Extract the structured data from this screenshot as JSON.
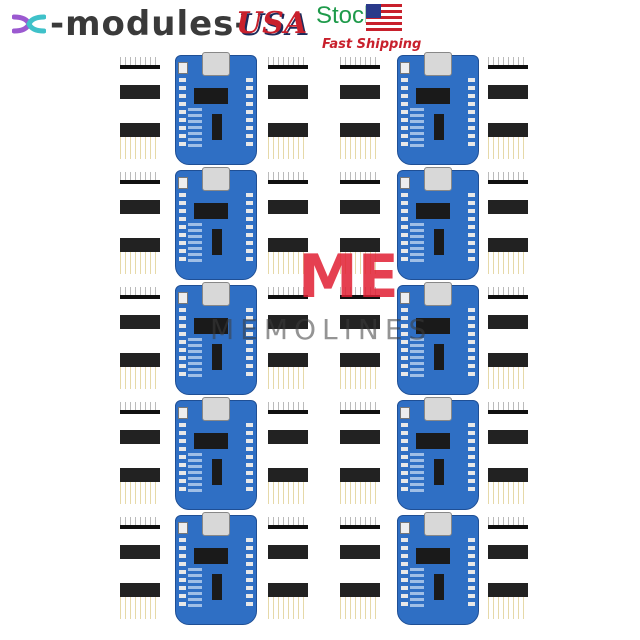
{
  "header": {
    "brand": "-modules-",
    "usa": "USA",
    "stock": "Stock",
    "shipping": "Fast Shipping"
  },
  "watermark": {
    "mark": "ME",
    "text": "MEMOLINES"
  },
  "colors": {
    "board": "#2f6fc4",
    "accent_red": "#c8202c",
    "stock_green": "#1e9a4a"
  }
}
